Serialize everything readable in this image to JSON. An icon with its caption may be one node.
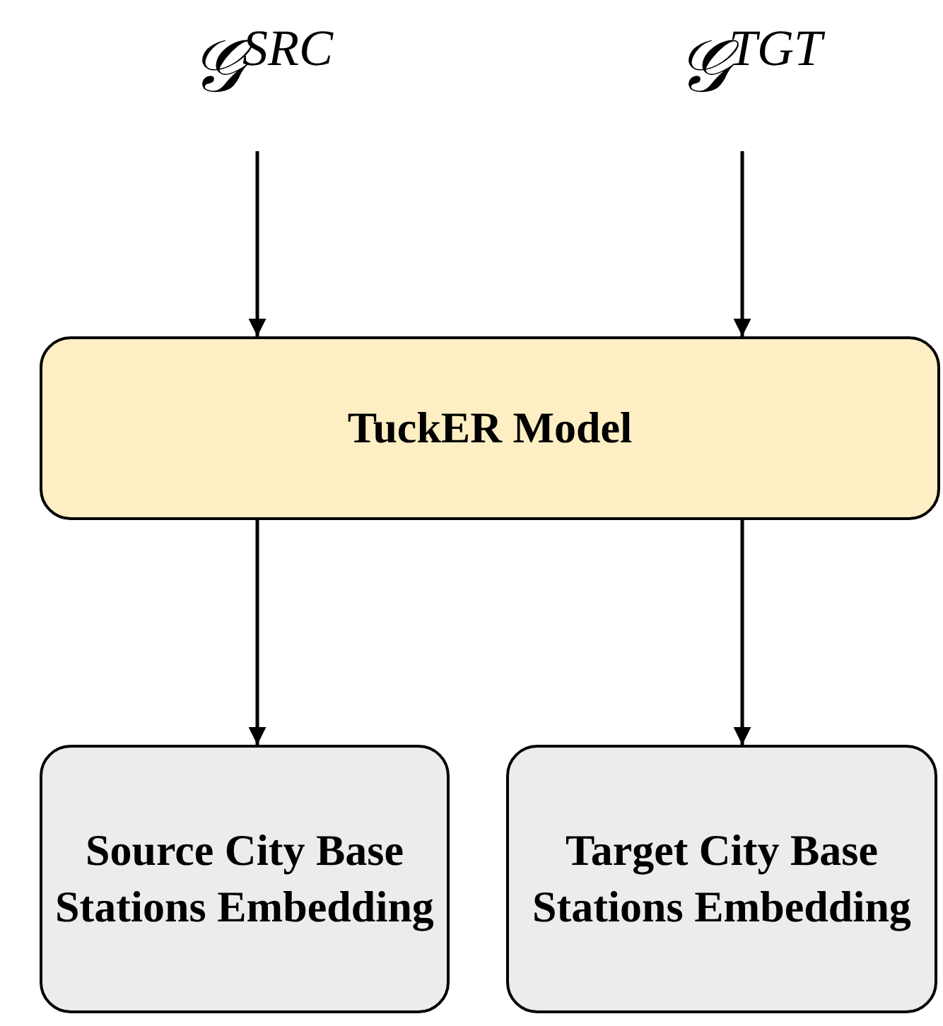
{
  "diagram": {
    "nodes": [
      {
        "text": [
          "𝒢$^{SRC}$"
        ]
      },
      {
        "text": [
          "𝒢$^{TGT}$"
        ]
      },
      {
        "text": [
          "TuckER Model"
        ]
      },
      {
        "text": [
          "Source City Base Stations Embedding"
        ]
      },
      {
        "text": [
          "Target City Base Stations Embedding"
        ]
      }
    ],
    "edges": [
      {
        "from": 0,
        "to": 2,
        "arrow": "to"
      },
      {
        "from": 1,
        "to": 2,
        "arrow": "to"
      },
      {
        "from": 2,
        "to": 3,
        "arrow": "to"
      },
      {
        "from": 2,
        "to": 4,
        "arrow": "to"
      }
    ]
  }
}
